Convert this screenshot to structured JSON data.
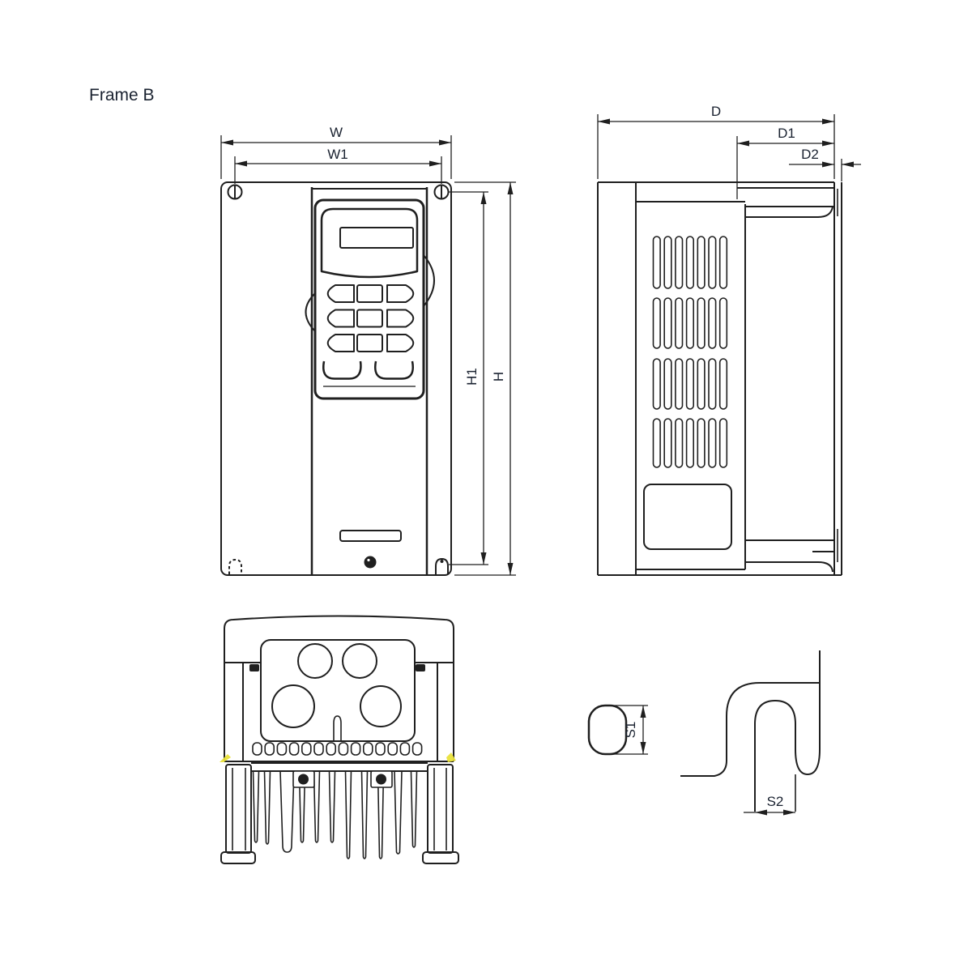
{
  "title": "Frame B",
  "colors": {
    "background": "#ffffff",
    "line": "#1f1f1f",
    "label": "#1a2230",
    "accent_yellow": "#e9e23b"
  },
  "views": {
    "front": {
      "dimensions": {
        "W": "W",
        "W1": "W1",
        "H1": "H1",
        "H": "H"
      }
    },
    "side": {
      "dimensions": {
        "D": "D",
        "D1": "D1",
        "D2": "D2"
      }
    },
    "detail_s1": {
      "dimensions": {
        "S1": "S1"
      }
    },
    "detail_s2": {
      "dimensions": {
        "S2": "S2"
      }
    }
  }
}
